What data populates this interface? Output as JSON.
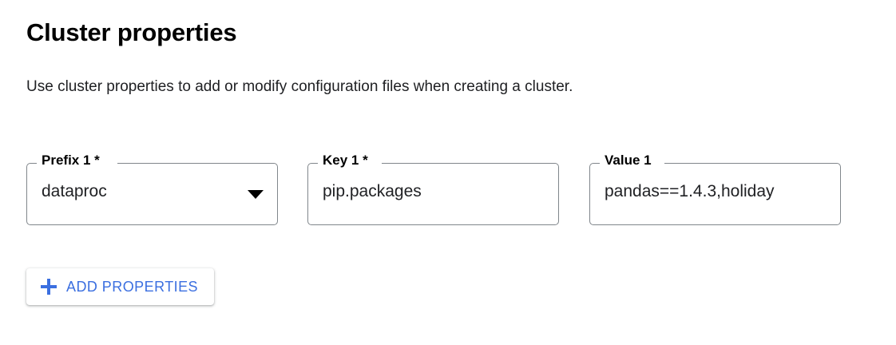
{
  "header": {
    "title": "Cluster properties",
    "description": "Use cluster properties to add or modify configuration files when creating a cluster."
  },
  "property_row": {
    "prefix": {
      "label": "Prefix 1 *",
      "value": "dataproc",
      "control": "select",
      "arrow_icon": "chevron-down-icon"
    },
    "key": {
      "label": "Key 1 *",
      "value": "pip.packages",
      "control": "text"
    },
    "value": {
      "label": "Value 1",
      "value": "pandas==1.4.3,holiday",
      "control": "text"
    }
  },
  "actions": {
    "add_properties": {
      "label": "ADD PROPERTIES",
      "icon": "plus-icon"
    }
  },
  "colors": {
    "accent_blue": "#3b6fe0",
    "field_border": "#80868b",
    "text_primary": "#202124",
    "background": "#ffffff"
  }
}
